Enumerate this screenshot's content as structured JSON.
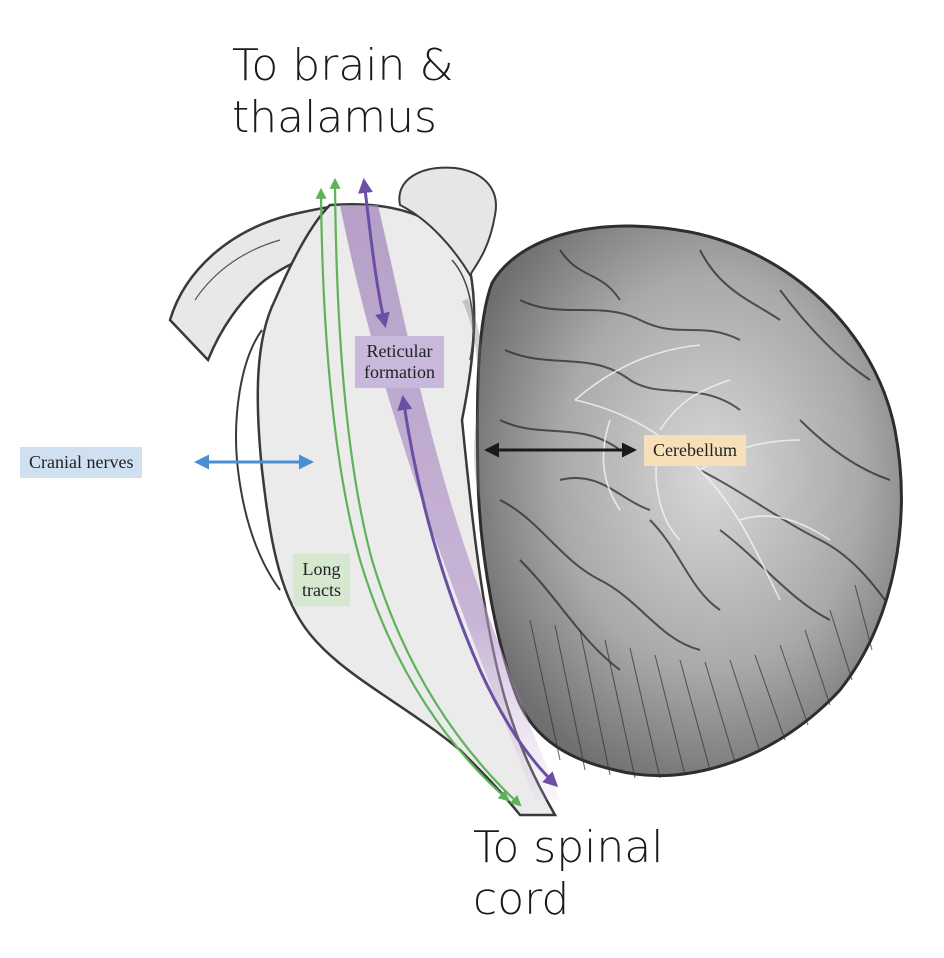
{
  "diagram": {
    "top_destination": "To brain &\nthalamus",
    "bottom_destination": "To spinal\ncord",
    "labels": {
      "reticular_formation": "Reticular\nformation",
      "cranial_nerves": "Cranial nerves",
      "cerebellum": "Cerebellum",
      "long_tracts": "Long\ntracts"
    },
    "colors": {
      "reticular": "#c7b8dc",
      "reticular_arrow": "#6a4fa3",
      "cranial": "#cfe0f1",
      "cranial_arrow": "#4a8fd1",
      "cerebellum": "#f6dfb9",
      "cerebellum_arrow": "#1a1a1a",
      "tracts": "#d6e8cf",
      "tracts_arrow": "#5fb15a"
    }
  }
}
